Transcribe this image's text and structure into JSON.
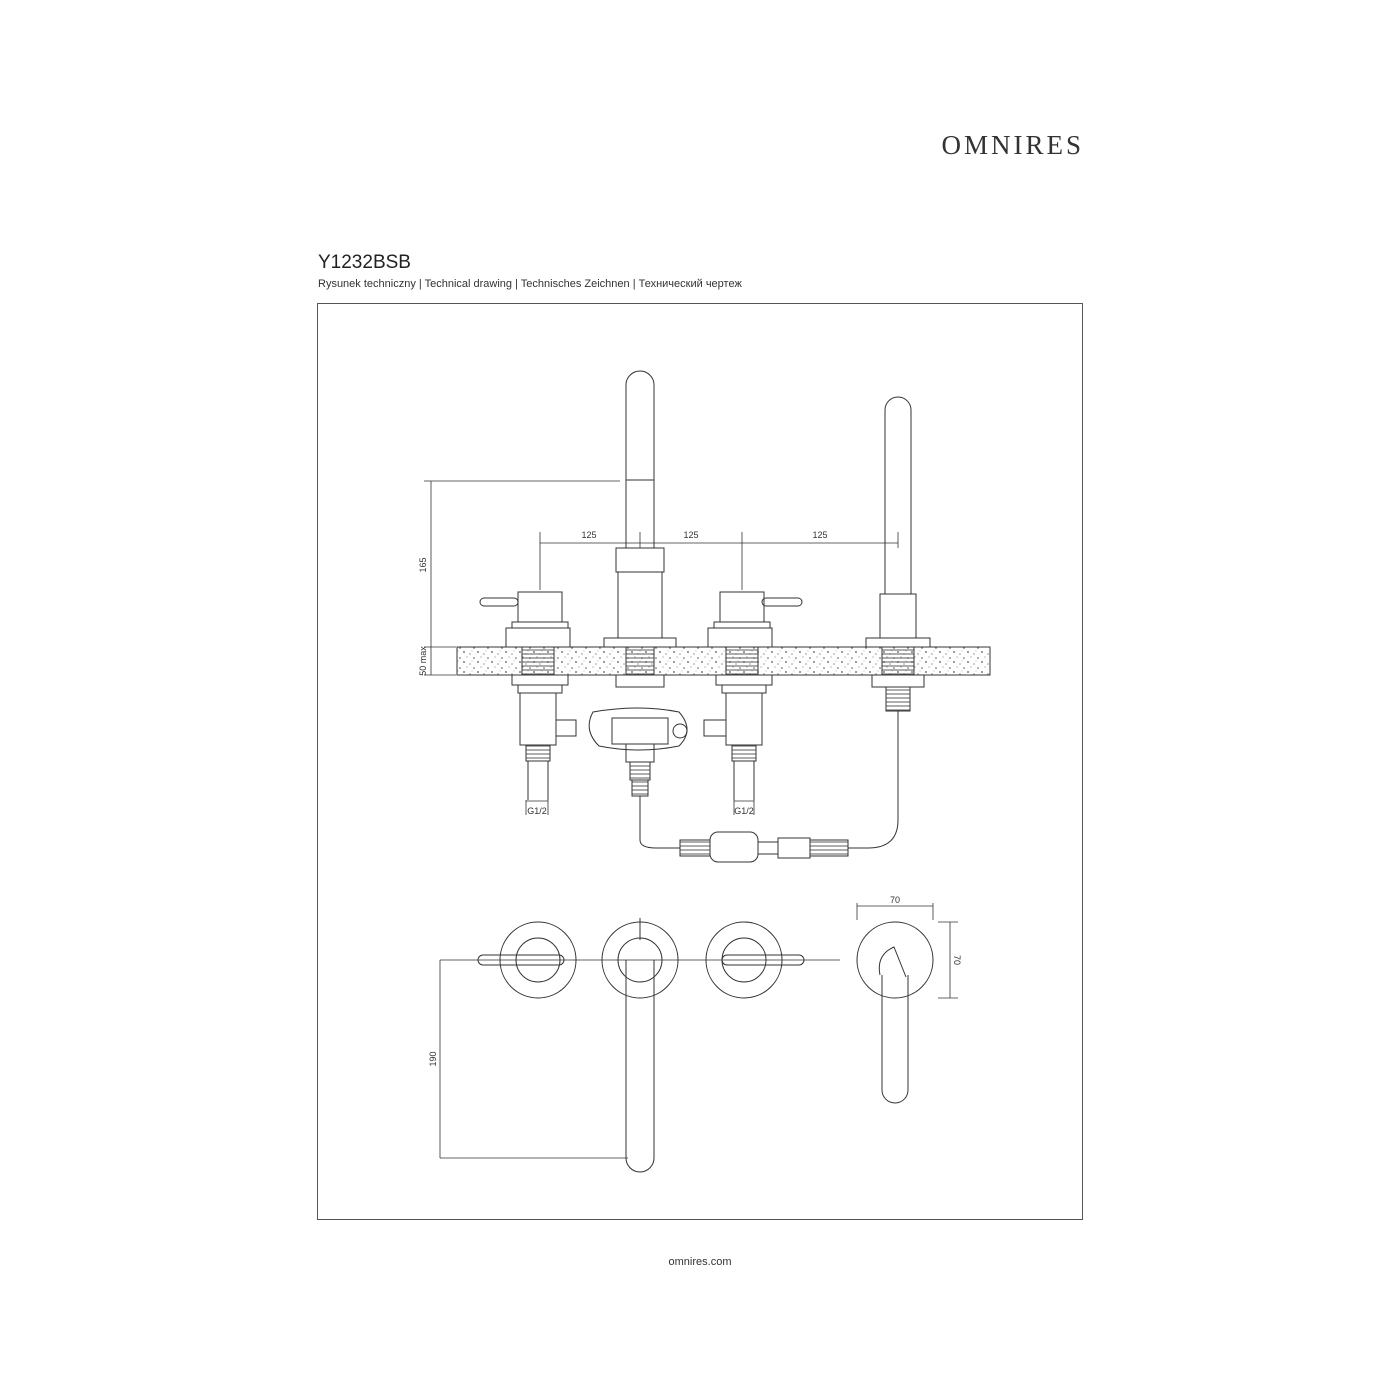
{
  "header": {
    "brand": "OMNIRES",
    "model": "Y1232BSB",
    "subtitle": "Rysunek techniczny | Technical drawing | Technisches Zeichnen | Технический чертеж"
  },
  "drawing": {
    "dims": {
      "spacing_1": "125",
      "spacing_2": "125",
      "spacing_3": "125",
      "height": "165",
      "deck_thickness": "50 max",
      "thread_left": "G1/2",
      "thread_right": "G1/2",
      "plate_width": "70",
      "plate_height": "70",
      "spout_reach": "190"
    }
  },
  "footer": {
    "website": "omnires.com"
  }
}
